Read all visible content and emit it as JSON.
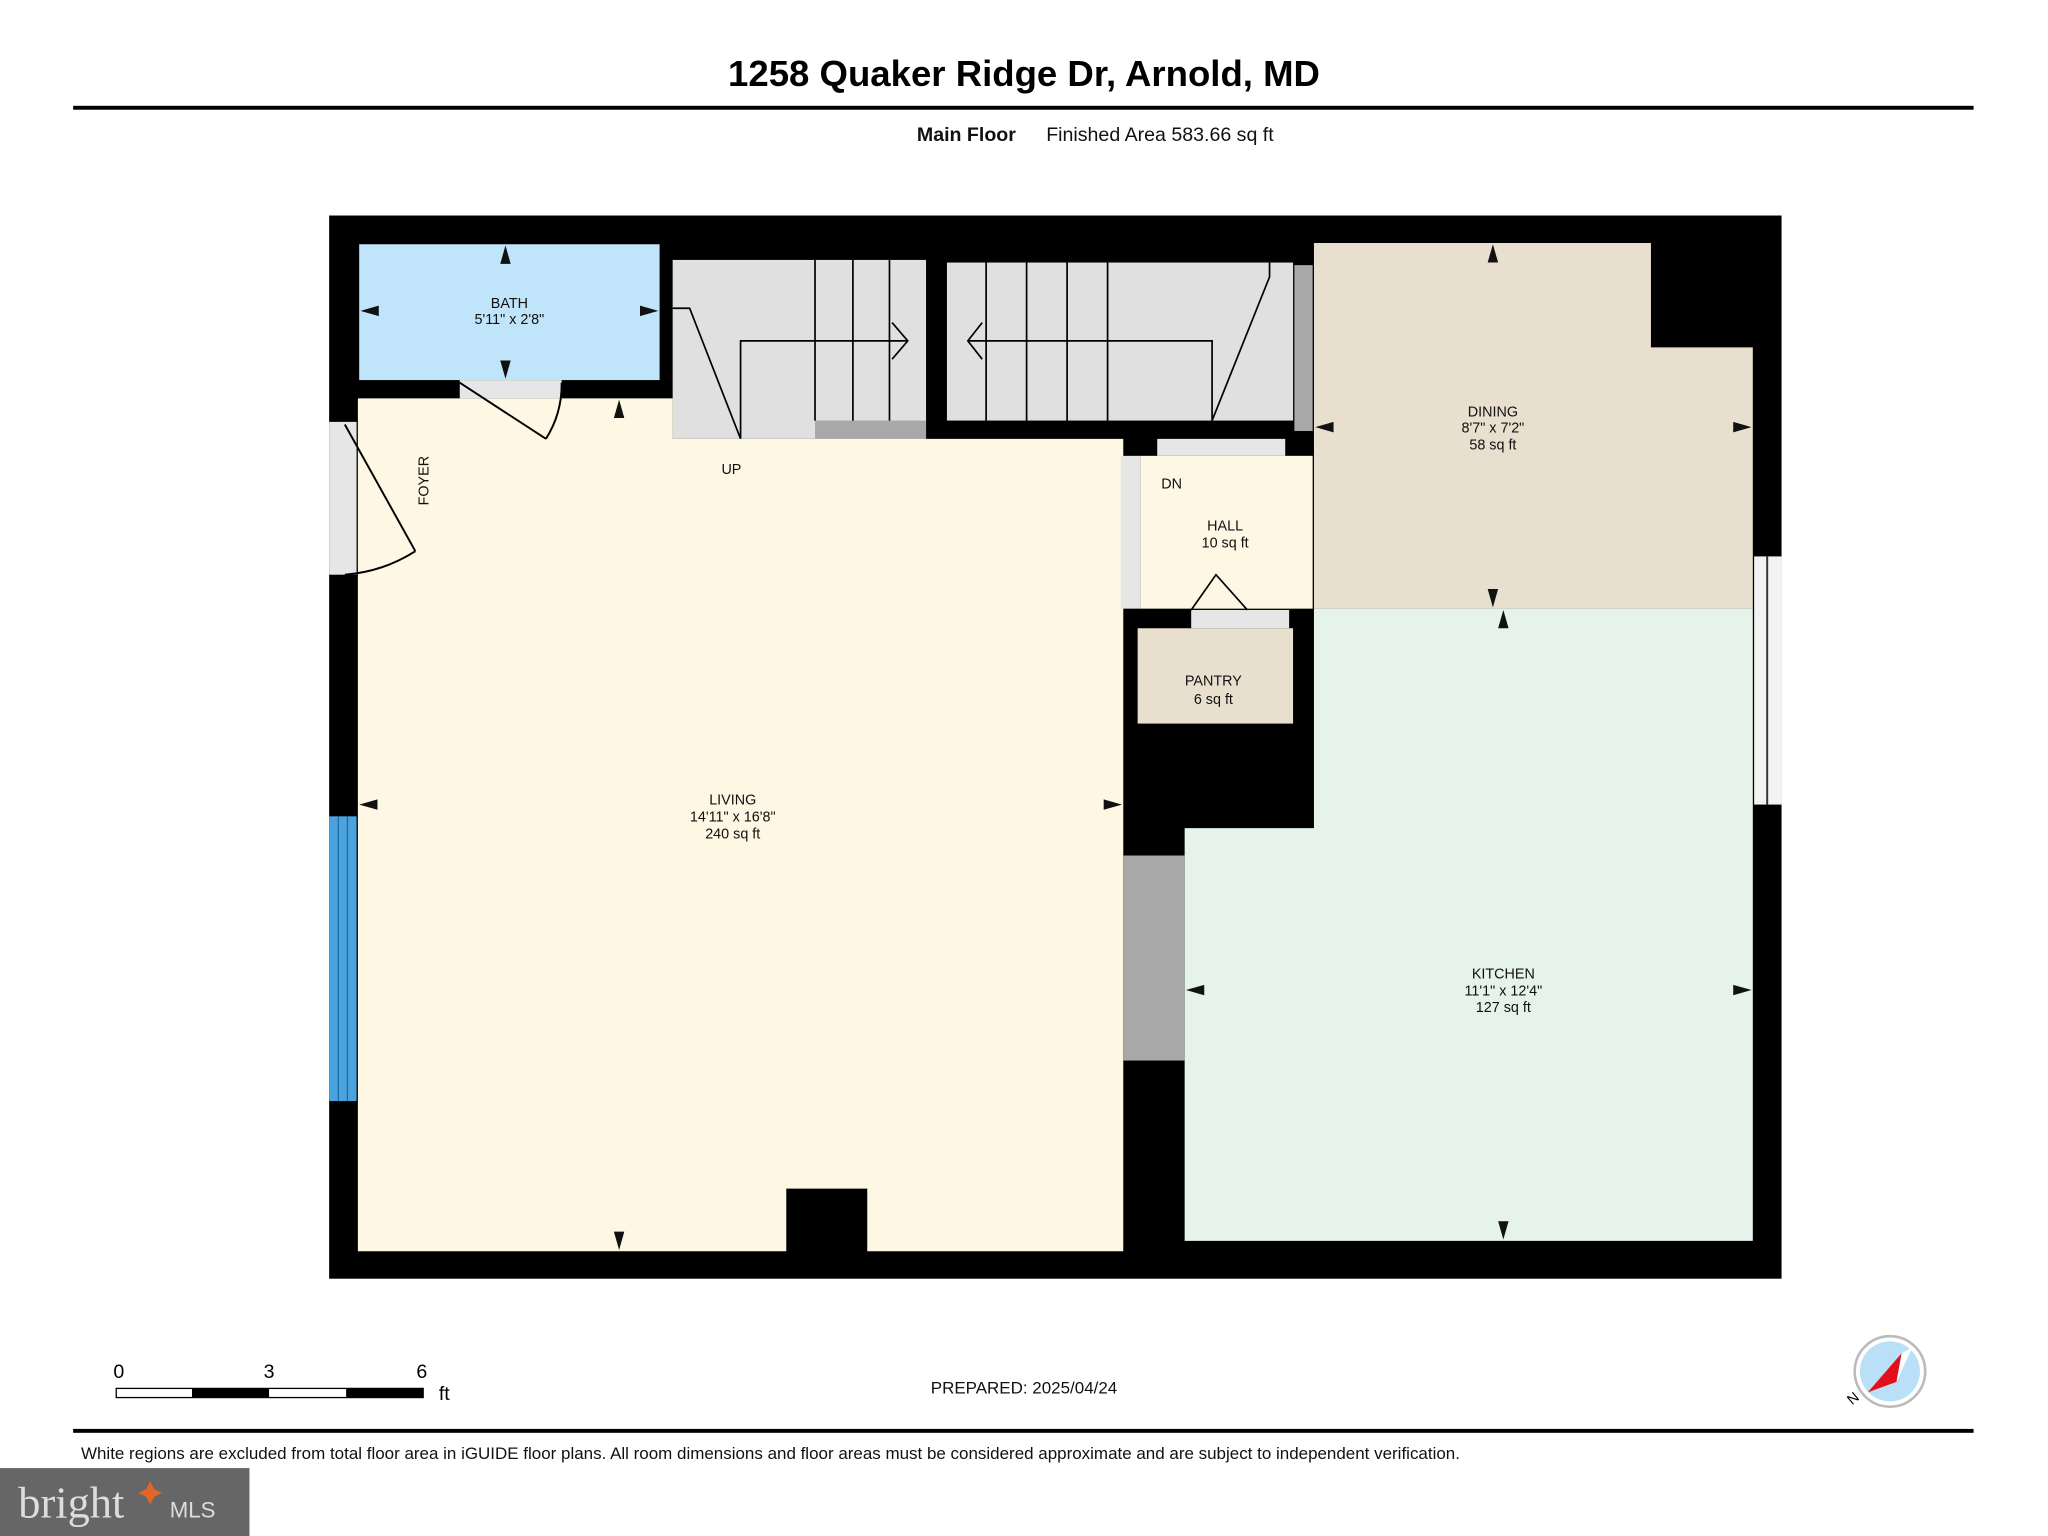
{
  "header": {
    "title": "1258 Quaker Ridge Dr, Arnold, MD",
    "floor_name": "Main Floor",
    "finished_area": "Finished Area 583.66 sq ft"
  },
  "rooms": {
    "bath": {
      "name": "BATH",
      "dims": "5'11\" x 2'8\""
    },
    "dining": {
      "name": "DINING",
      "dims": "8'7\" x 7'2\"",
      "area": "58 sq ft"
    },
    "hall": {
      "name": "HALL",
      "area": "10 sq ft"
    },
    "pantry": {
      "name": "PANTRY",
      "area": "6 sq ft"
    },
    "living": {
      "name": "LIVING",
      "dims": "14'11\" x 16'8\"",
      "area": "240 sq ft"
    },
    "kitchen": {
      "name": "KITCHEN",
      "dims": "11'1\" x 12'4\"",
      "area": "127 sq ft"
    },
    "foyer": {
      "name": "FOYER"
    }
  },
  "stairs": {
    "up_label": "UP",
    "down_label": "DN"
  },
  "scale_bar": {
    "ticks": [
      "0",
      "3",
      "6"
    ],
    "unit": "ft"
  },
  "footer": {
    "prepared": "PREPARED: 2025/04/24",
    "disclaimer": "White regions are excluded from total floor area in iGUIDE floor plans. All room dimensions and floor areas must be considered approximate and are subject to independent verification.",
    "compass_label": "N"
  },
  "watermark": {
    "text": "bright MLS"
  },
  "colors": {
    "bath": "#c0e4fa",
    "living": "#fdf7e3",
    "dining": "#e8dfcf",
    "kitchen": "#e5f3eb",
    "stairs": "#e0e0e0",
    "window": "#4aa3df",
    "wall": "#000000"
  }
}
